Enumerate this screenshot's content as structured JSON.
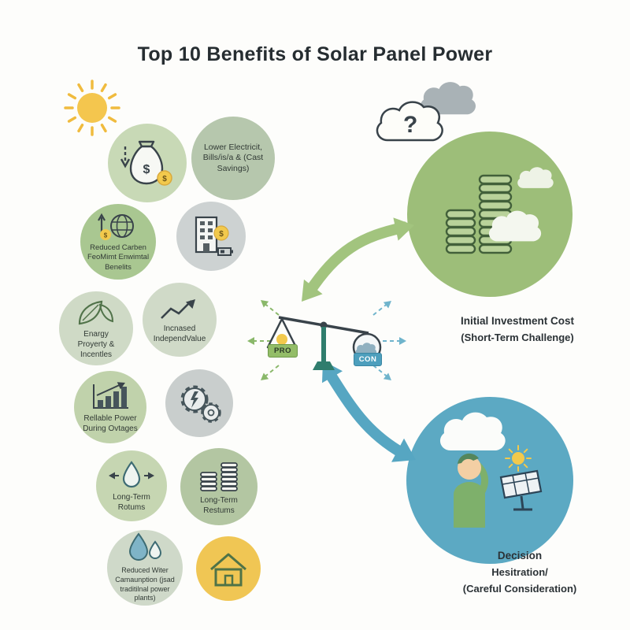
{
  "title": "Top 10 Benefits of Solar Panel Power",
  "bubbles": {
    "lower_bills": "Lower Electricit, Bills/is/a & (Cast Savings)",
    "carbon": "Reduced Carben FeoMimt Enwimtal Benelits",
    "energy_property": "Enargy Proyerty & Incentles",
    "increased_value": "Incnased IndependValue",
    "reliable_power": "Rellable Power During Ovtages",
    "long_term_returns": "Long-Term Rotums",
    "long_term_restums": "Long-Term Restums",
    "reduced_water": "Reduced Witer Camaunption (jsad traditilnal power plants)"
  },
  "scale": {
    "pro": "PRO",
    "con": "CON"
  },
  "callouts": {
    "investment": {
      "line1": "Initial Investment Cost",
      "line2": "(Short-Term Challenge)"
    },
    "decision": {
      "line1": "Decision",
      "line2": "Hesitration/",
      "line3": "(Careful Consideration)"
    }
  },
  "misc": {
    "question_mark": "?",
    "dollar": "$"
  },
  "colors": {
    "green_accent": "#9dbe79",
    "blue_accent": "#5ca9c3",
    "arrow_green": "#a2c47e",
    "arrow_blue": "#56a6c2",
    "yellow": "#f2c94c",
    "ink": "#39434a"
  }
}
